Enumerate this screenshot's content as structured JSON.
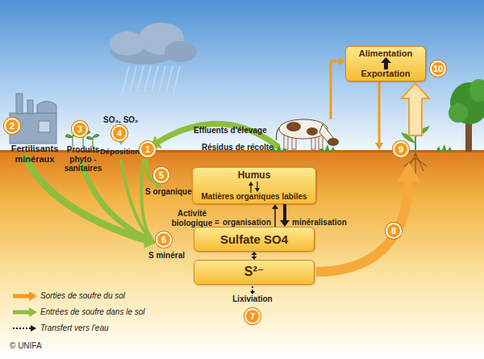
{
  "diagram": {
    "nodes": [
      {
        "text": [
          "Alimentation",
          "Exportation"
        ]
      },
      {
        "text": [
          "Humus",
          "Matières organiques labiles"
        ]
      },
      {
        "text": [
          "Sulfate SO4"
        ]
      },
      {
        "text": [
          "S²⁻"
        ]
      }
    ],
    "edges": [
      {
        "from": 2,
        "to": 1,
        "arrow": "to",
        "label": "organisation"
      },
      {
        "from": 1,
        "to": 2,
        "arrow": "to",
        "label": "minéralisation"
      },
      {
        "from": 2,
        "to": 3,
        "arrow": "both"
      }
    ],
    "labels": [
      "SO₃, SO₂",
      "Effluents d'élevage",
      "Résidus de récolte",
      "Fertilisants minéraux",
      "Produits phyto -sanitaires",
      "Déposition",
      "S organique",
      "Activité biologique",
      "=",
      "S minéral",
      "Lixiviation",
      "1",
      "2",
      "3",
      "4",
      "5",
      "6",
      "7",
      "8",
      "9",
      "10",
      "© UNIFA"
    ],
    "legend": [
      {
        "text": "Sorties de soufre du sol"
      },
      {
        "text": "Entrées de soufre dans le sol"
      },
      {
        "text": "Transfert vers l'eau"
      }
    ]
  }
}
